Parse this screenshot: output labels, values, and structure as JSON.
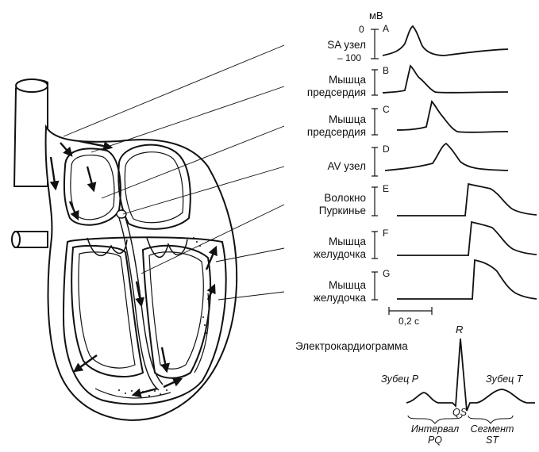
{
  "units": {
    "mv": "мВ",
    "zero": "0",
    "minus100": "– 100",
    "scale": "0,2 с"
  },
  "rows": [
    {
      "id": "A",
      "label": "SA узел"
    },
    {
      "id": "B",
      "label": "Мышца\nпредсердия"
    },
    {
      "id": "C",
      "label": "Мышца\nпредсердия"
    },
    {
      "id": "D",
      "label": "AV узел"
    },
    {
      "id": "E",
      "label": "Волокно\nПуркинье"
    },
    {
      "id": "F",
      "label": "Мышца\nжелудочка"
    },
    {
      "id": "G",
      "label": "Мышца\nжелудочка"
    }
  ],
  "ecg": {
    "title": "Электрокардиограмма",
    "r": "R",
    "qs": "QS",
    "p_wave": "Зубец P",
    "t_wave": "Зубец T",
    "pq_1": "Интервал",
    "pq_2": "PQ",
    "st_1": "Сегмент",
    "st_2": "ST"
  }
}
